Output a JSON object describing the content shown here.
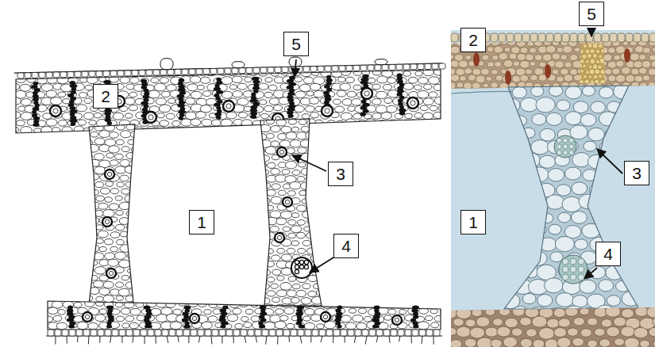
{
  "diagram": {
    "nodes": [
      {
        "text": [
          "5"
        ]
      },
      {
        "text": [
          "2"
        ]
      },
      {
        "text": [
          "3"
        ]
      },
      {
        "text": [
          "1"
        ]
      },
      {
        "text": [
          "4"
        ]
      },
      {
        "text": [
          "5"
        ]
      },
      {
        "text": [
          "2"
        ]
      },
      {
        "text": [
          "3"
        ]
      },
      {
        "text": [
          "1"
        ]
      },
      {
        "text": [
          "4"
        ]
      }
    ]
  }
}
